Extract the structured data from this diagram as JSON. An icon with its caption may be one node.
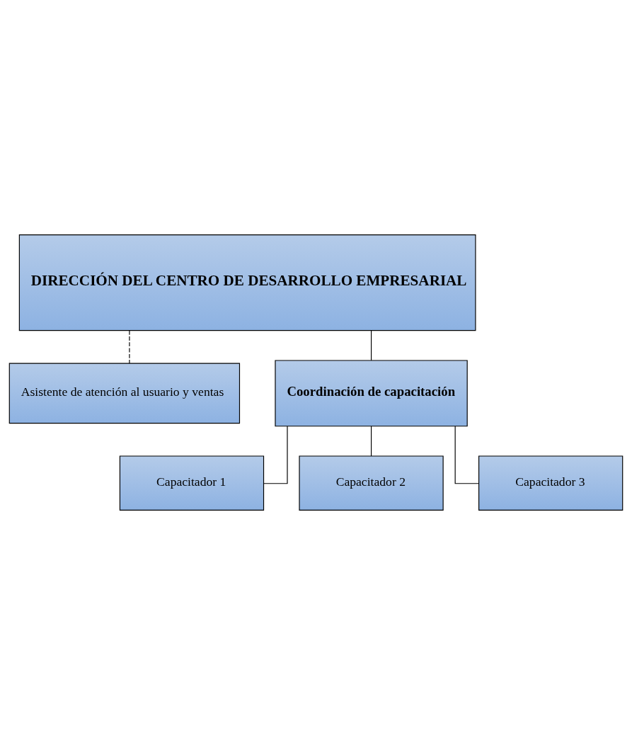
{
  "diagram": {
    "nodes": [
      {
        "text": [
          "DIRECCIÓN DEL CENTRO DE DESARROLLO EMPRESARIAL"
        ]
      },
      {
        "text": [
          "Asistente de atención al usuario y ventas"
        ]
      },
      {
        "text": [
          "Coordinación de capacitación"
        ]
      },
      {
        "text": [
          "Capacitador 1"
        ]
      },
      {
        "text": [
          "Capacitador 2"
        ]
      },
      {
        "text": [
          "Capacitador 3"
        ]
      }
    ],
    "edges": [
      {
        "from": 0,
        "to": 1,
        "arrow": "none",
        "style": "dashed"
      },
      {
        "from": 0,
        "to": 2,
        "arrow": "none"
      },
      {
        "from": 2,
        "to": 3,
        "arrow": "none"
      },
      {
        "from": 2,
        "to": 4,
        "arrow": "none"
      },
      {
        "from": 2,
        "to": 5,
        "arrow": "none"
      }
    ]
  }
}
